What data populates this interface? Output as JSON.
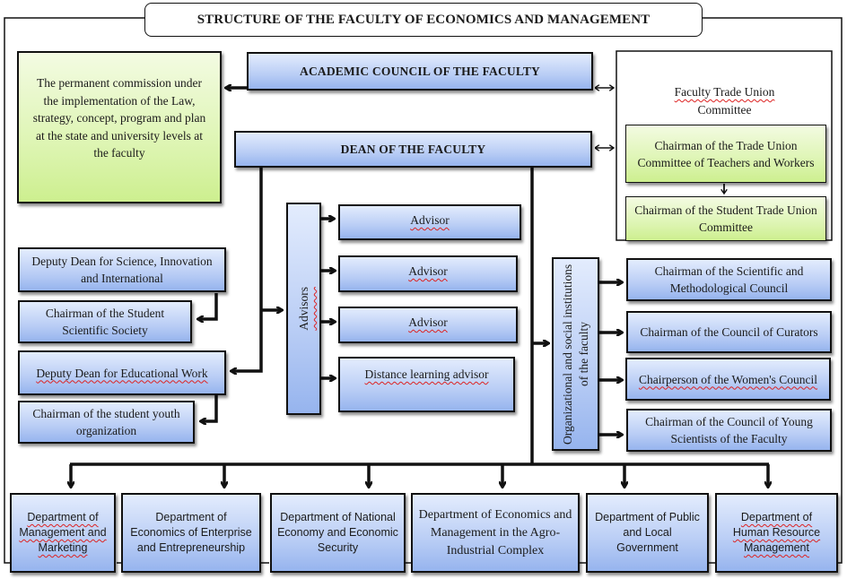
{
  "title": "STRUCTURE OF THE FACULTY OF ECONOMICS AND MANAGEMENT",
  "permanent_commission": "The permanent commission under the implementation of the Law, strategy, concept, program and plan at the state and university levels at the faculty",
  "academic_council": "ACADEMIC COUNCIL OF THE FACULTY",
  "dean": "DEAN OF THE FACULTY",
  "trade_union": {
    "title_line1": "Faculty Trade Union",
    "title_line2": "Committee",
    "teachers_chairman": "Chairman of the Trade Union Committee of Teachers and Workers",
    "student_chairman": "Chairman of the Student Trade Union Committee"
  },
  "left_column": {
    "deputy_science": "Deputy Dean for Science, Innovation and International",
    "student_scientific_society": "Chairman of the Student Scientific Society",
    "deputy_educational": "Deputy Dean for Educational Work",
    "student_youth_org": "Chairman of the student youth organization"
  },
  "advisors": {
    "group_label": "Advisors",
    "items": [
      "Advisor",
      "Advisor",
      "Advisor",
      "Distance learning advisor"
    ]
  },
  "institutions": {
    "group_label": "Organizational and social institutions of the faculty",
    "items": [
      "Chairman of the Scientific and Methodological Council",
      "Chairman of the Council of Curators",
      "Chairperson of the Women's Council",
      "Chairman of the Council of Young Scientists of the Faculty"
    ]
  },
  "departments": [
    "Department of Management and Marketing",
    "Department of Economics of Enterprise and Entrepreneurship",
    "Department of National Economy and Economic Security",
    "Department of Economics and Management in the Agro-Industrial Complex",
    "Department of Public and Local Government",
    "Department of Human Resource Management"
  ],
  "colors": {
    "blue_box_top": "#e3ecfd",
    "blue_box_bottom": "#96b4ee",
    "green_box_top": "#f3fbe2",
    "green_box_bottom": "#cdef8f",
    "line": "#111111"
  }
}
